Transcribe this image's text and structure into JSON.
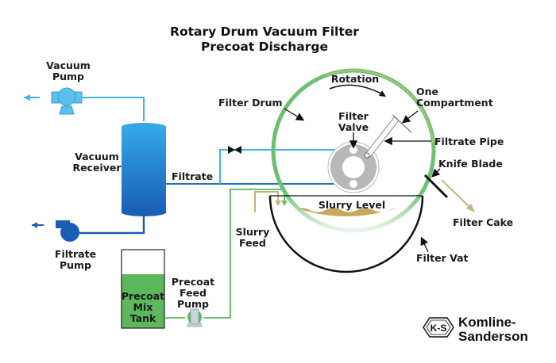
{
  "title": {
    "line1": "Rotary Drum Vacuum Filter",
    "line2": "Precoat Discharge"
  },
  "labels": {
    "vacuum_pump": [
      "Vacuum",
      "Pump"
    ],
    "vacuum_receiver": [
      "Vacuum",
      "Receiver"
    ],
    "filtrate": "Filtrate",
    "filtrate_pump": [
      "Filtrate",
      "Pump"
    ],
    "precoat_mix_tank": [
      "Precoat",
      "Mix",
      "Tank"
    ],
    "precoat_feed_pump": [
      "Precoat",
      "Feed",
      "Pump"
    ],
    "slurry_feed": [
      "Slurry",
      "Feed"
    ],
    "filter_drum": "Filter Drum",
    "rotation": "Rotation",
    "one_compartment": [
      "One",
      "Compartment"
    ],
    "filter_valve": [
      "Filter",
      "Valve"
    ],
    "filtrate_pipe": "Filtrate Pipe",
    "knife_blade": "Knife Blade",
    "slurry_level": "Slurry Level",
    "filter_cake": "Filter Cake",
    "filter_vat": "Filter Vat"
  },
  "logo": {
    "mark": "K-S",
    "line1": "Komline-",
    "line2": "Sanderson"
  },
  "colors": {
    "vacuum_line": "#3fb4e6",
    "filtrate_line": "#1f73c4",
    "receiver_top": "#2fa0e0",
    "receiver_bottom": "#1a62b8",
    "precoat_green": "#6cc070",
    "tank_fill": "#5cb85c",
    "slurry": "#c7a95e",
    "slurry_line": "#c9b27a",
    "drum_ring": "#6cc070",
    "valve_gray": "#b8b8b8"
  }
}
